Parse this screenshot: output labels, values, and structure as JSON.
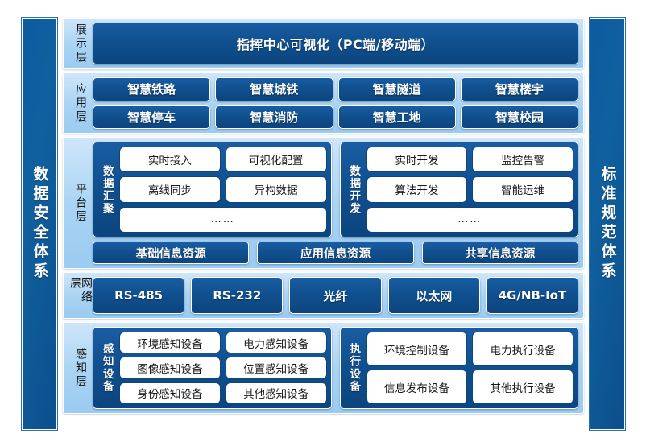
{
  "pillars": {
    "left": "数据安全体系",
    "right": "标准规范体系"
  },
  "layers": {
    "display": {
      "label": "展示层",
      "banner": "指挥中心可视化（PC端/移动端）"
    },
    "application": {
      "label": "应用层",
      "row1": [
        "智慧铁路",
        "智慧城铁",
        "智慧隧道",
        "智慧楼宇"
      ],
      "row2": [
        "智慧停车",
        "智慧消防",
        "智慧工地",
        "智慧校园"
      ]
    },
    "platform": {
      "label": "平台层",
      "groups": [
        {
          "label": "数据汇聚",
          "row1": [
            "实时接入",
            "可视化配置"
          ],
          "row2": [
            "离线同步",
            "异构数据"
          ],
          "row3": "……"
        },
        {
          "label": "数据开发",
          "row1": [
            "实时开发",
            "监控告警"
          ],
          "row2": [
            "算法开发",
            "智能运维"
          ],
          "row3": "……"
        }
      ],
      "resources": [
        "基础信息资源",
        "应用信息资源",
        "共享信息资源"
      ]
    },
    "network": {
      "label": "网络层",
      "items": [
        "RS-485",
        "RS-232",
        "光纤",
        "以太网",
        "4G/NB-IoT"
      ]
    },
    "sensing": {
      "label": "感知层",
      "groups": [
        {
          "label": "感知设备",
          "row1": [
            "环境感知设备",
            "电力感知设备"
          ],
          "row2": [
            "图像感知设备",
            "位置感知设备"
          ],
          "row3": [
            "身份感知设备",
            "其他感知设备"
          ]
        },
        {
          "label": "执行设备",
          "row1": [
            "环境控制设备",
            "电力执行设备"
          ],
          "row2": [
            "信息发布设备",
            "其他执行设备"
          ]
        }
      ]
    }
  },
  "colors": {
    "dark_blue": "#10508f",
    "deep_blue": "#0c457f",
    "light_blue": "#9bcbf0",
    "pale_blue": "#cfe6fa",
    "white": "#ffffff"
  }
}
